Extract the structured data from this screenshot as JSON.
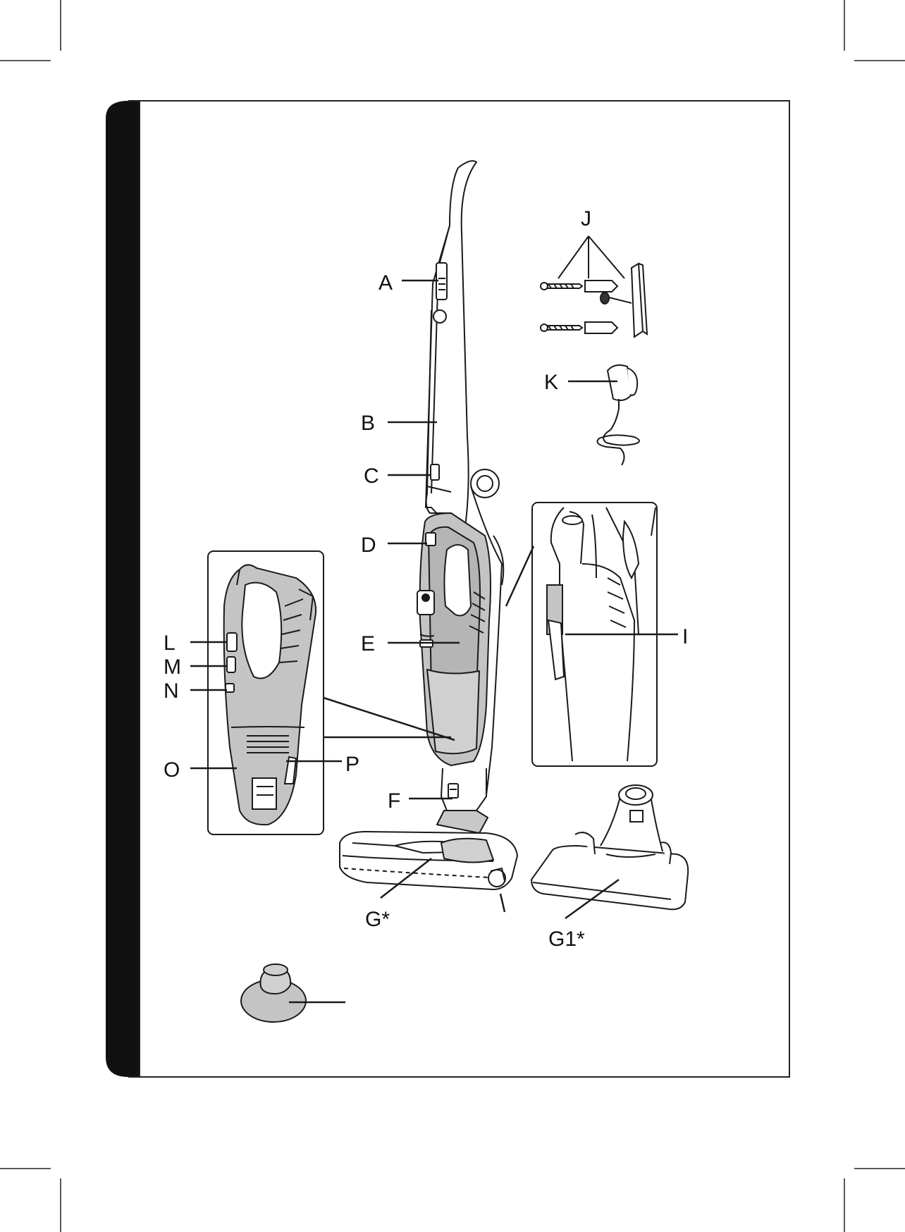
{
  "colors": {
    "ink": "#1a1a1a",
    "panel_band": "#111111",
    "body_grey": "#bdbdbd",
    "light_grey": "#d9d9d9",
    "paper": "#ffffff"
  },
  "labels": {
    "A": "A",
    "B": "B",
    "C": "C",
    "D": "D",
    "E": "E",
    "F": "F",
    "G": "G*",
    "G1": "G1*",
    "I": "I",
    "J": "J",
    "K": "K",
    "L": "L",
    "M": "M",
    "N": "N",
    "O": "O",
    "P": "P"
  },
  "icons": [
    "crop-mark",
    "vacuum-illustration",
    "wall-bracket-kit",
    "charger-adapter",
    "floor-brush",
    "accessory-cap"
  ]
}
